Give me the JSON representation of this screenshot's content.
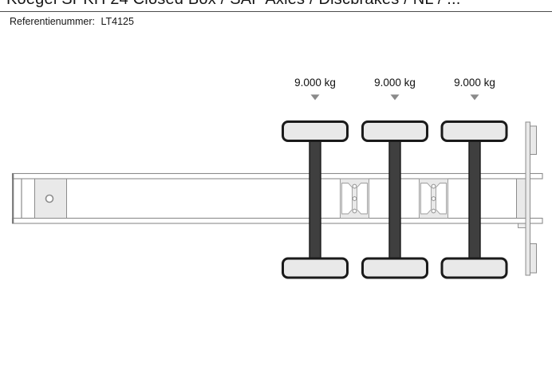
{
  "header": {
    "title": "Koegel SPKH 24 Closed Box / SAF Axles / Discbrakes / NL / ...",
    "reference_label": "Referentienummer:",
    "reference_value": "LT4125"
  },
  "diagram": {
    "description": "Top-view schematic of a 3-axle semi-trailer chassis with kingpin at front, two cross-member brackets, rear crossmember and rear bumper bar",
    "axle_count": 3,
    "axle_loads": [
      "9.000 kg",
      "9.000 kg",
      "9.000 kg"
    ],
    "colors": {
      "outline_grey": "#8c8c8c",
      "part_fill_grey": "#e9e9e9",
      "axle_dark": "#3f3f3f",
      "tyre_outline": "#1a1a1a",
      "marker_grey": "#8a8a8a",
      "separator_dark": "#4d4d4d",
      "text": "#1a1a1a"
    }
  }
}
